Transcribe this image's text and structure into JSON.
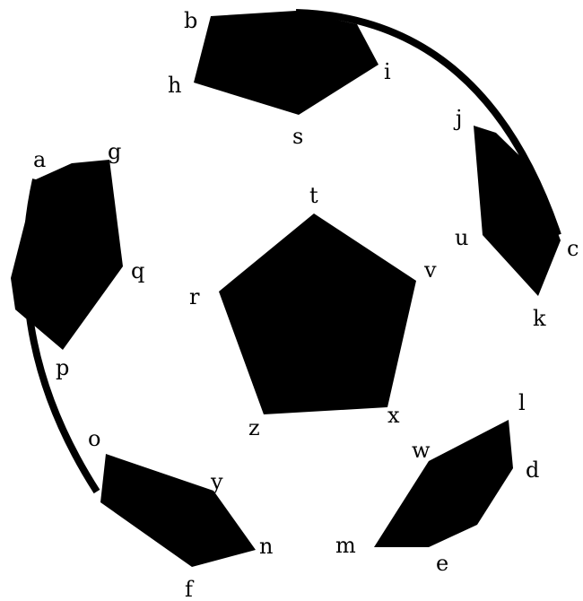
{
  "colors": {
    "ink": "#000000",
    "background": "#ffffff"
  },
  "points": {
    "a": "a",
    "b": "b",
    "c": "c",
    "d": "d",
    "e": "e",
    "f": "f",
    "g": "g",
    "h": "h",
    "i": "i",
    "j": "j",
    "k": "k",
    "l": "l",
    "m": "m",
    "n": "n",
    "o": "o",
    "p": "p",
    "q": "q",
    "r": "r",
    "s": "s",
    "t": "t",
    "u": "u",
    "v": "v",
    "w": "w",
    "x": "x",
    "y": "y",
    "z": "z"
  }
}
